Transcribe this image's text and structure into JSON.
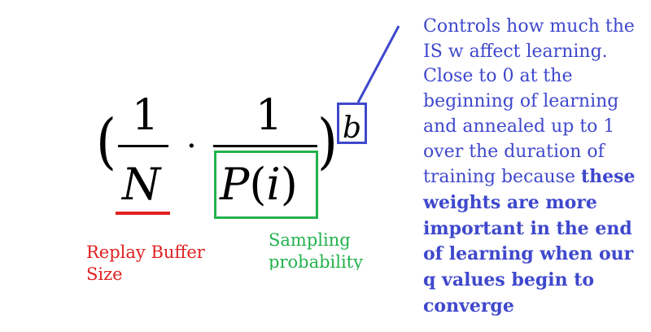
{
  "formula": {
    "open_paren": "(",
    "close_paren": ")",
    "numerator_1": "1",
    "denominator_1": "N",
    "dot": "·",
    "numerator_2": "1",
    "denominator_2_func": "P",
    "denominator_2_open": "(",
    "denominator_2_var": "i",
    "denominator_2_close": ")",
    "exponent": "b"
  },
  "annotations": {
    "replay_buffer": {
      "text": "Replay Buffer Size",
      "color": "#e02020"
    },
    "sampling_probability": {
      "text": "Sampling probability",
      "color": "#22b24c"
    },
    "exponent_note": {
      "text_regular": "Controls how much the IS w affect learning. Close to 0 at the beginning of learning and annealed up to 1 over the duration of training because ",
      "text_bold": "these weights are more important in the end of learning when our q values begin to converge",
      "color": "#3f48cc"
    }
  }
}
